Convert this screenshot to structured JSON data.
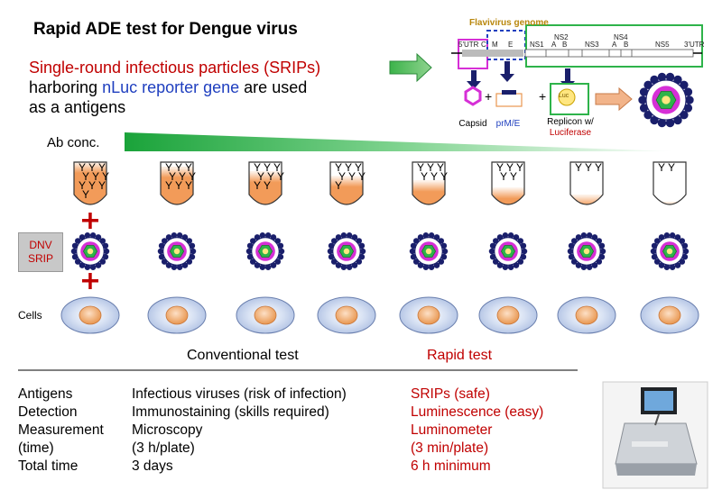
{
  "title": "Rapid ADE test for Dengue virus",
  "intro": {
    "line1": "Single-round infectious particles (SRIPs)",
    "line2_prefix": "harboring ",
    "line2_highlight": "nLuc reporter gene",
    "line2_suffix": " are used",
    "line3": "as a antigens"
  },
  "genome": {
    "title": "Flavivirus genome",
    "labels": [
      "5'UTR",
      "C",
      "M",
      "E",
      "NS1",
      "NS2",
      "A",
      "B",
      "NS3",
      "NS4",
      "A",
      "B",
      "NS5",
      "3'UTR"
    ],
    "components": {
      "capsid": "Capsid",
      "prme": "prM/E",
      "replicon_line1": "Replicon w/",
      "replicon_line2": "Luciferase",
      "luc": "Luc"
    }
  },
  "ab_conc_label": "Ab conc.",
  "antibody_glyph": "Y",
  "antibody_levels": [
    1.0,
    0.9,
    0.8,
    0.7,
    0.6,
    0.45,
    0.3,
    0.15
  ],
  "dnv_srip_label": [
    "DNV",
    "SRIP"
  ],
  "cells_label": "Cells",
  "sections": {
    "conventional": "Conventional test",
    "rapid": "Rapid test"
  },
  "comparison": {
    "headers": [
      "Antigens",
      "Detection",
      "Measurement",
      "(time)",
      "Total time"
    ],
    "conventional": [
      "Infectious viruses (risk of infection)",
      "Immunostaining (skills required)",
      "Microscopy",
      "(3 h/plate)",
      "3 days"
    ],
    "rapid": [
      "SRIPs (safe)",
      "Luminescence (easy)",
      "Luminometer",
      "(3 min/plate)",
      "6 h minimum"
    ]
  },
  "colors": {
    "red": "#c00000",
    "blue": "#1f3fbf",
    "green": "#2eb34a",
    "orange": "#f08a3c",
    "magenta": "#d62fd6",
    "navy": "#1a1f6b",
    "cell": "#c9d6ee"
  }
}
